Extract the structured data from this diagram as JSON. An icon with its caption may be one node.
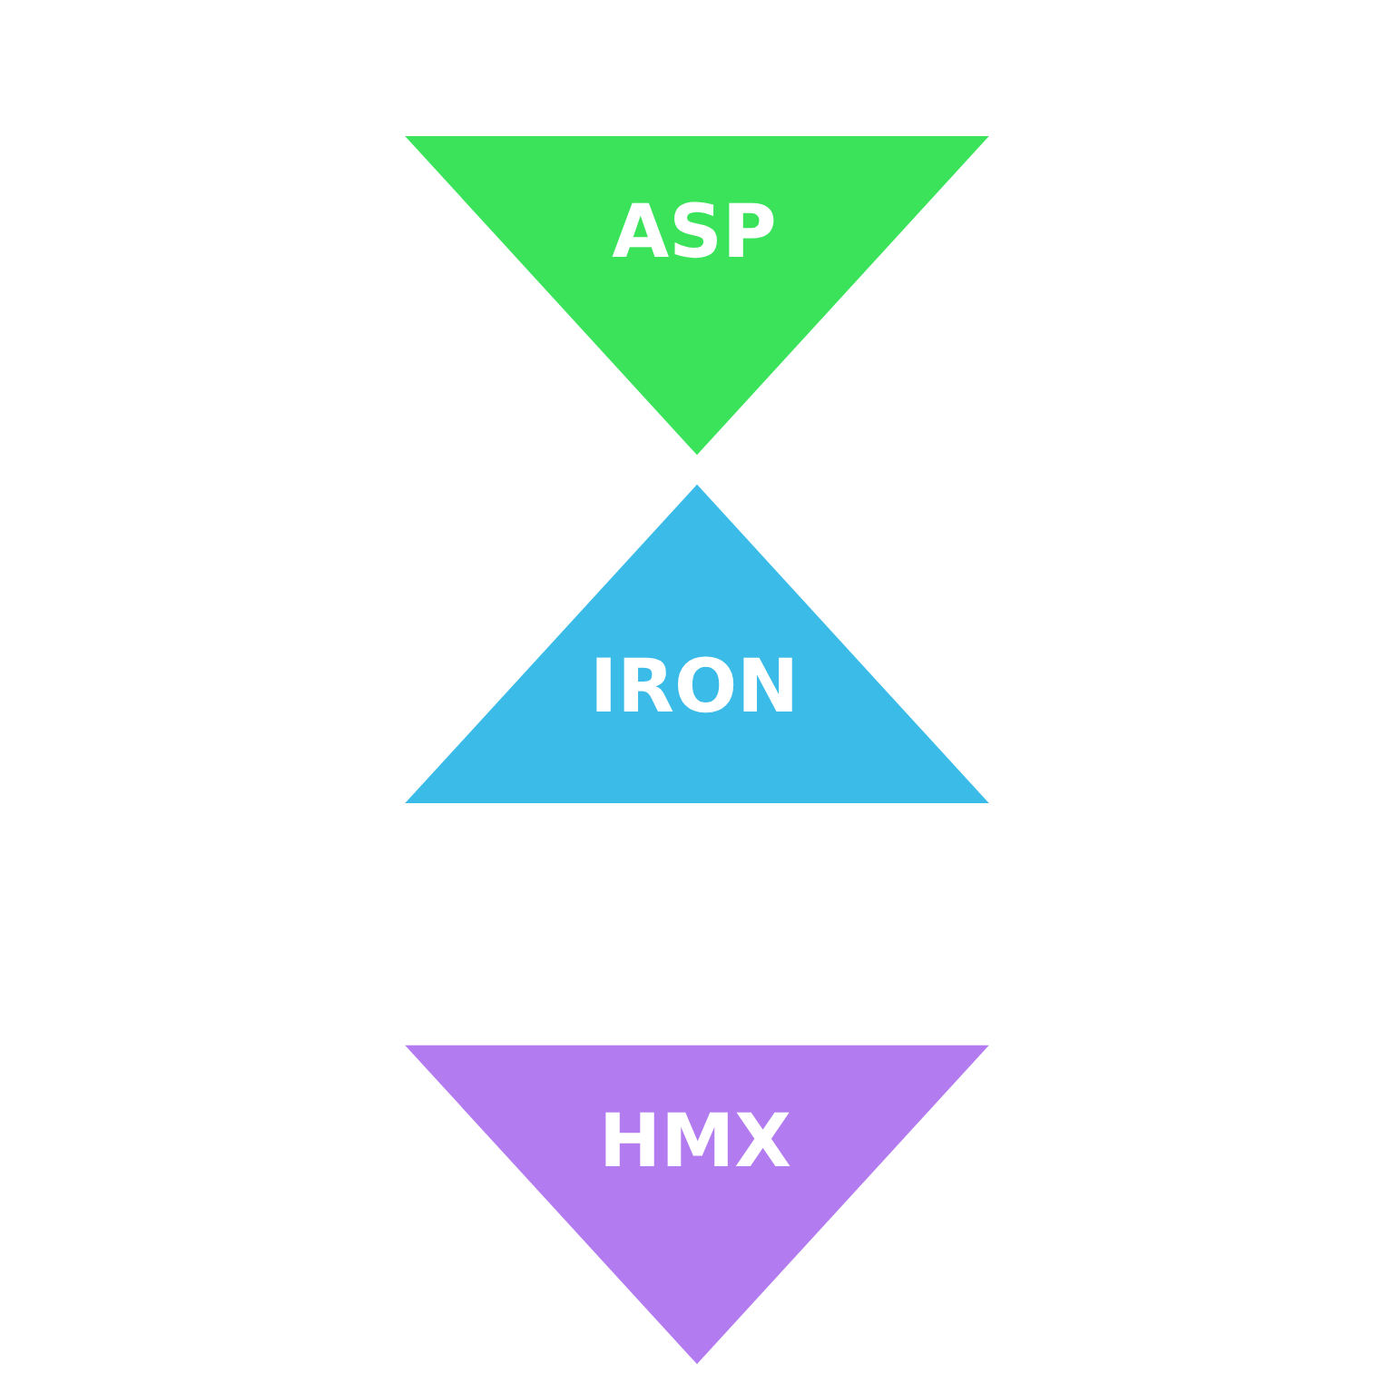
{
  "diagram": {
    "nodes": [
      {
        "text": [
          "ASP"
        ]
      },
      {
        "text": [
          "IRON"
        ]
      },
      {
        "text": [
          "HMX"
        ]
      }
    ]
  }
}
